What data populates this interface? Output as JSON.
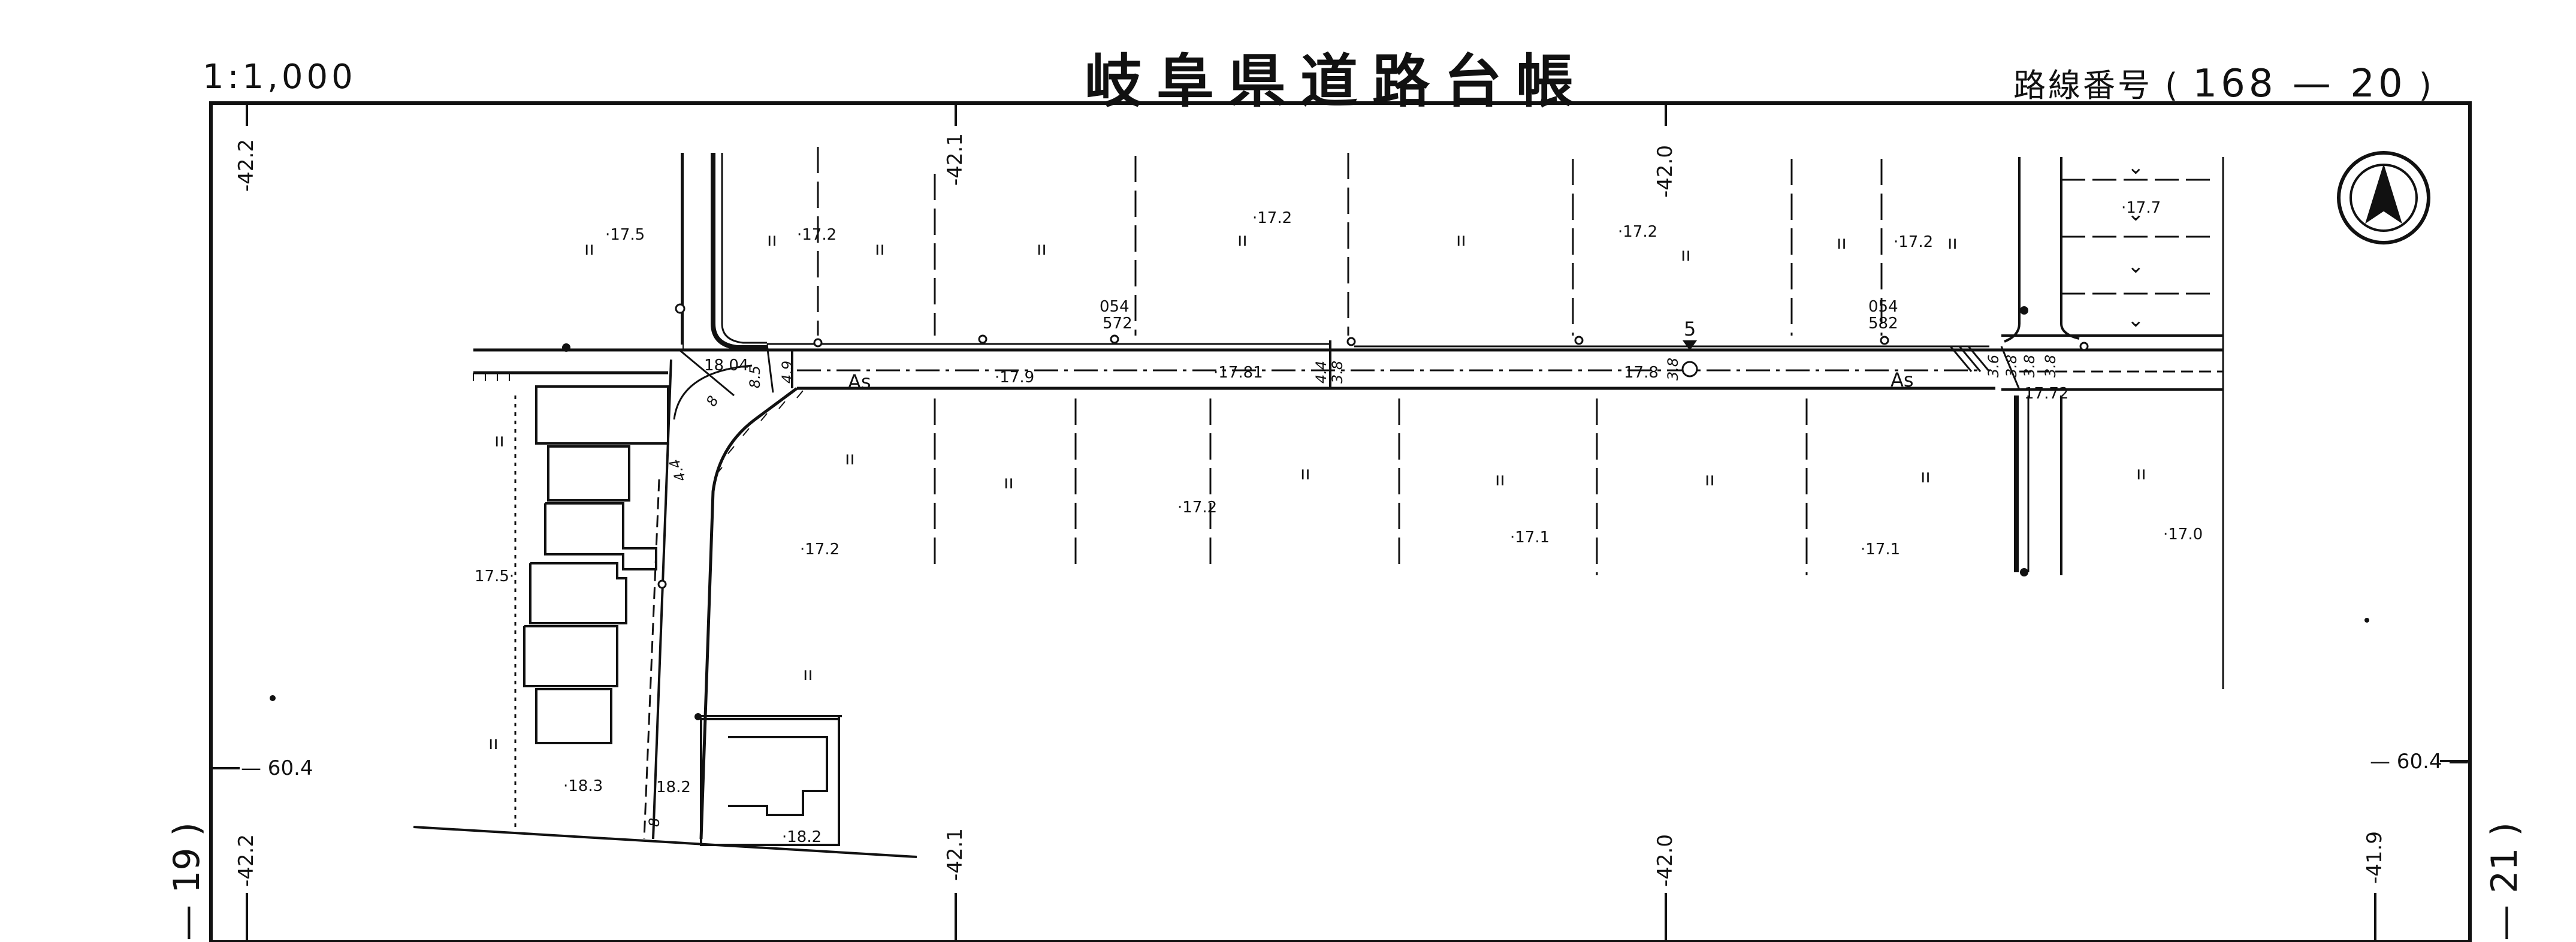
{
  "header": {
    "scale": "1:1,000",
    "title": "岐阜県道路台帳",
    "route_label": "路線番号",
    "route_open": "(",
    "route_number": "168 — 20",
    "route_close": ")"
  },
  "adjacent_sheets": {
    "left": "— 19 )",
    "right": "— 21 )"
  },
  "grid": {
    "top_ticks": [
      "-42.2",
      "-42.1",
      "-42.0"
    ],
    "bottom_ticks": [
      "-42.2",
      "-42.1",
      "-42.0",
      "-41.9"
    ],
    "left_tick": "— 60.4",
    "right_tick": "— 60.4 —"
  },
  "elevations": {
    "e1": "·17.5",
    "e2": "·17.2",
    "e3": "·17.2",
    "e4": "·17.2",
    "e5": "·17.2",
    "e6": "·17.7",
    "e7": "·17.9",
    "e8": "·17.81",
    "e9": "17.8",
    "e10": "17.72",
    "e11": "18.04",
    "e12": "·17.2",
    "e13": "·17.2",
    "e14": "·17.1",
    "e15": "·17.1",
    "e16": "·17.0",
    "e17": "17.5·",
    "e18": "·18.3",
    "e19": "18.2",
    "e20": "·18.2"
  },
  "road_labels": {
    "surface_left": "As",
    "surface_right": "As",
    "bench_mark": "5",
    "node1_top": "054",
    "node1_bottom": "572",
    "node2_top": "054",
    "node2_bottom": "582"
  },
  "widths": {
    "w1": "4.9",
    "w2": "8.5",
    "w3": "8",
    "w4": "4.4",
    "w5": "4.4",
    "w6": "3.8",
    "w7": "3.8",
    "w8": "3.6",
    "w9": "3.8",
    "w10": "3.8",
    "w11": "3.8",
    "w12": "8"
  },
  "symbols": {
    "field": "ıı",
    "pond": "⌄",
    "north_arrow": "north-arrow"
  }
}
